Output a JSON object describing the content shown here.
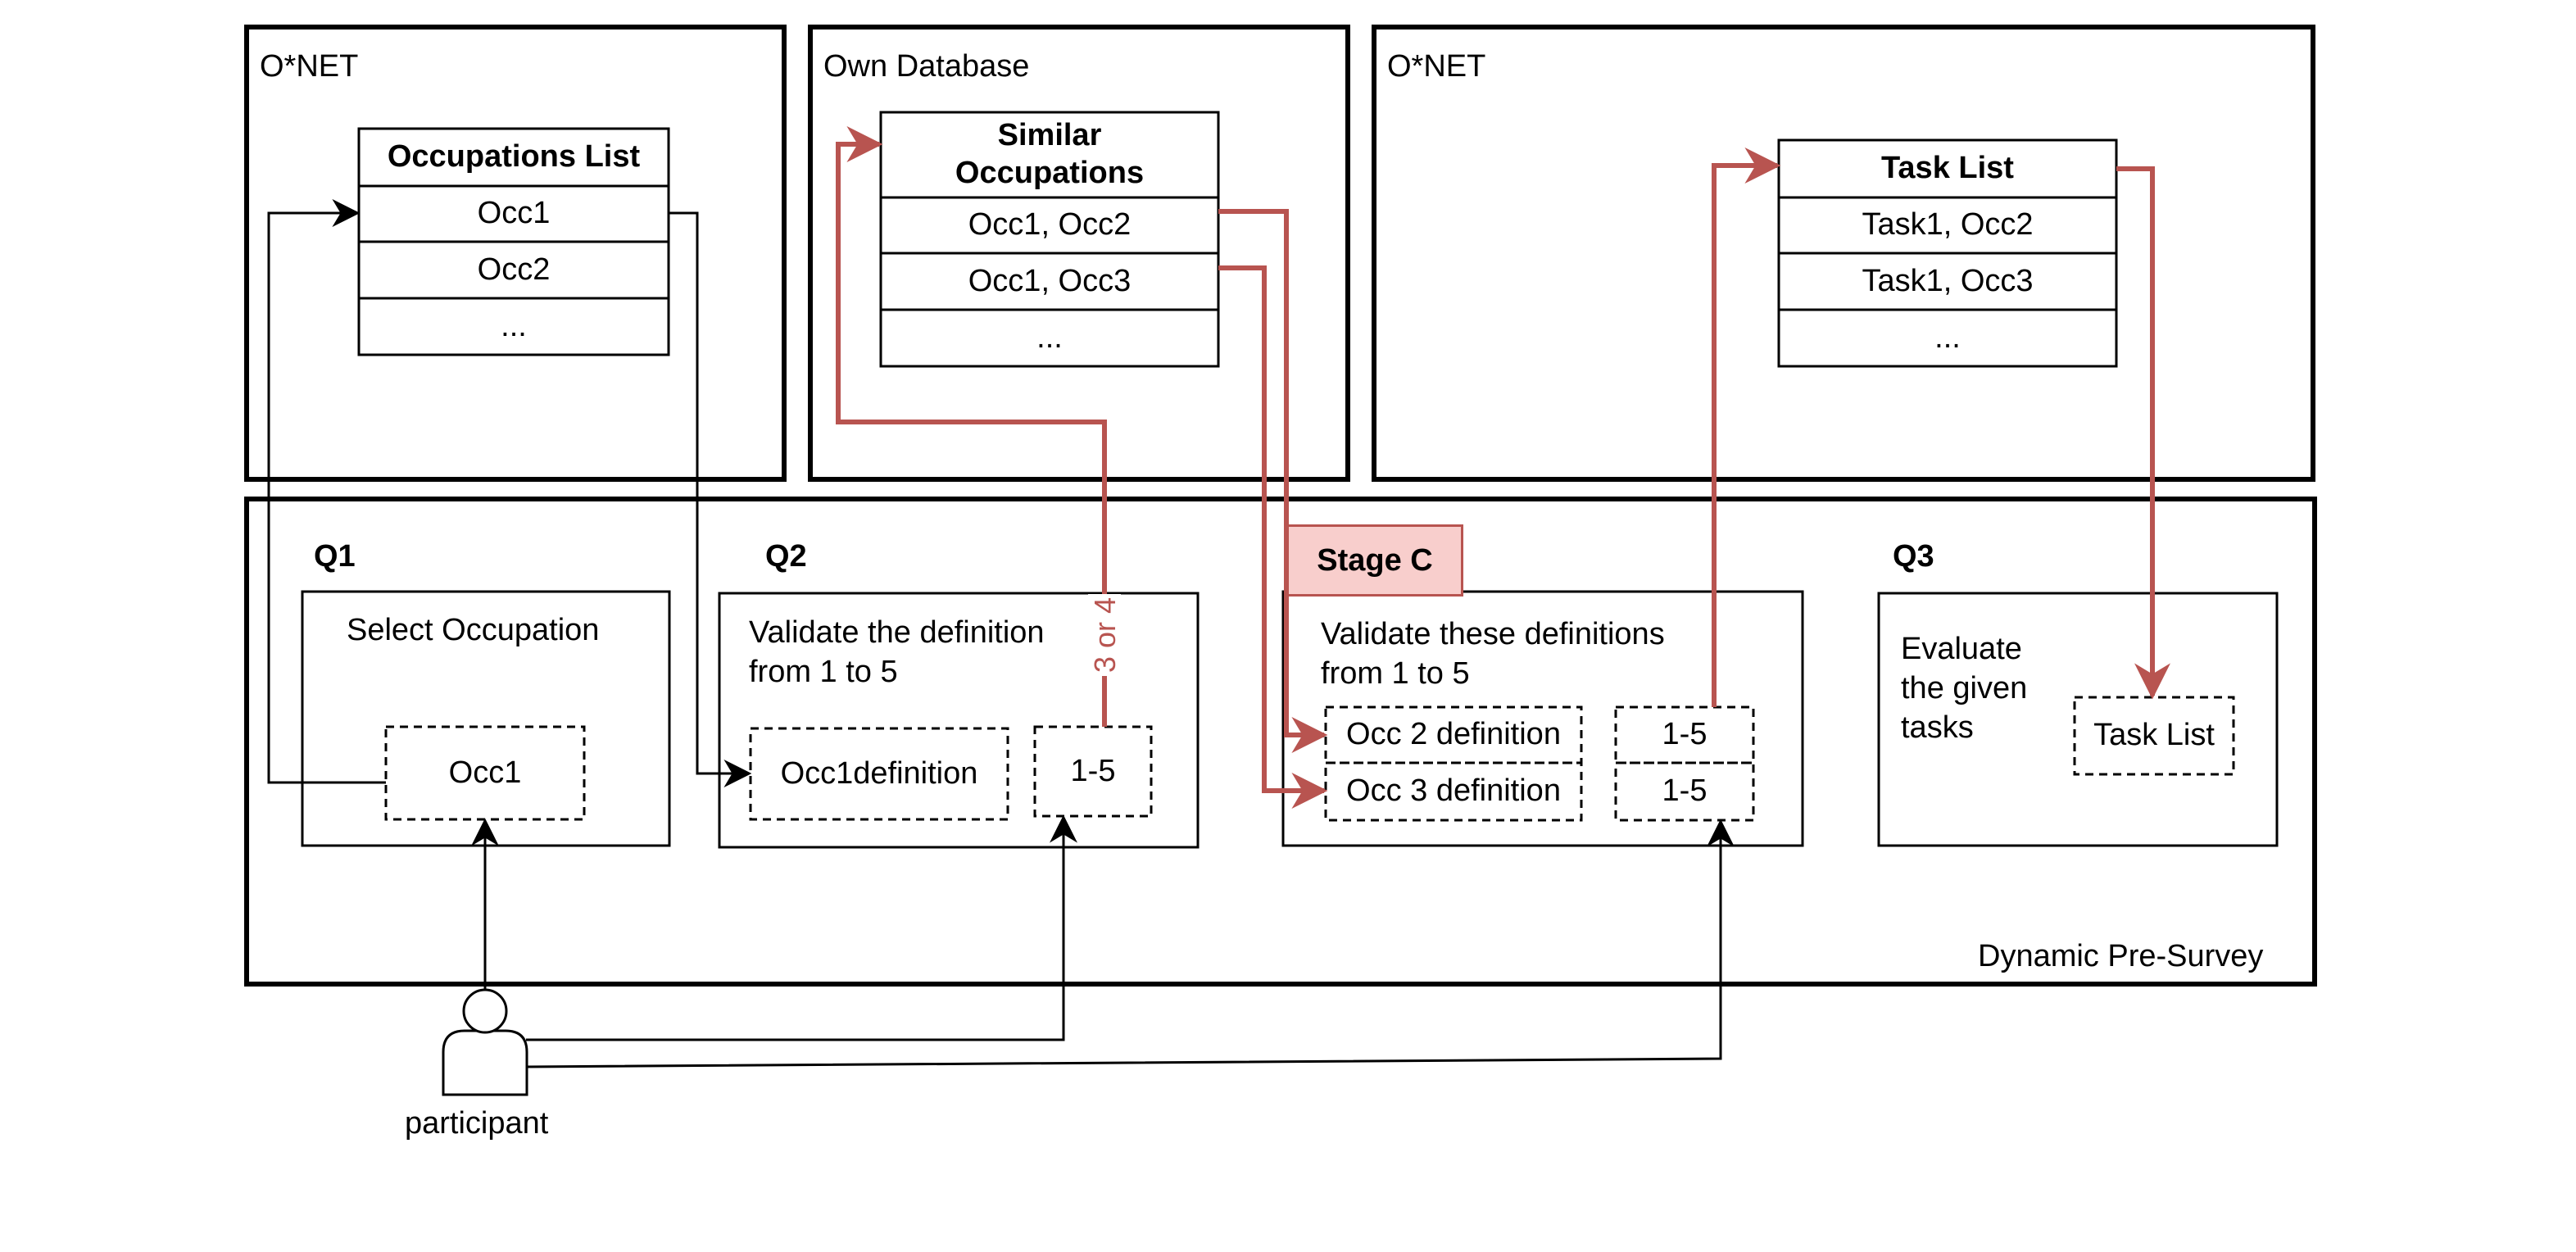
{
  "panels": {
    "onet_left": {
      "title": "O*NET"
    },
    "own_db": {
      "title": "Own Database"
    },
    "onet_right": {
      "title": "O*NET"
    },
    "survey": {
      "title": "Dynamic Pre-Survey"
    }
  },
  "occupations_table": {
    "header": "Occupations List",
    "rows": [
      "Occ1",
      "Occ2",
      "..."
    ]
  },
  "similar_table": {
    "header_line1": "Similar",
    "header_line2": "Occupations",
    "rows": [
      "Occ1, Occ2",
      "Occ1, Occ3",
      "..."
    ]
  },
  "task_table": {
    "header": "Task List",
    "rows": [
      "Task1, Occ2",
      "Task1, Occ3",
      "..."
    ]
  },
  "q1": {
    "title": "Q1",
    "prompt": "Select Occupation",
    "answer": "Occ1"
  },
  "q2": {
    "title": "Q2",
    "prompt_line1": "Validate the definition",
    "prompt_line2": "from 1 to 5",
    "definition": "Occ1definition",
    "rating": "1-5"
  },
  "stage_c": {
    "title": "Stage C",
    "prompt_line1": "Validate these definitions",
    "prompt_line2": "from 1 to 5",
    "def1": "Occ 2 definition",
    "def2": "Occ 3 definition",
    "rating1": "1-5",
    "rating2": "1-5"
  },
  "q3": {
    "title": "Q3",
    "prompt_line1": "Evaluate",
    "prompt_line2": "the given",
    "prompt_line3": "tasks",
    "task_list": "Task List"
  },
  "edge_label": "3 or 4",
  "participant": {
    "label": "participant"
  },
  "colors": {
    "accent": "#b85450",
    "stage_fill": "#f8cecc"
  }
}
